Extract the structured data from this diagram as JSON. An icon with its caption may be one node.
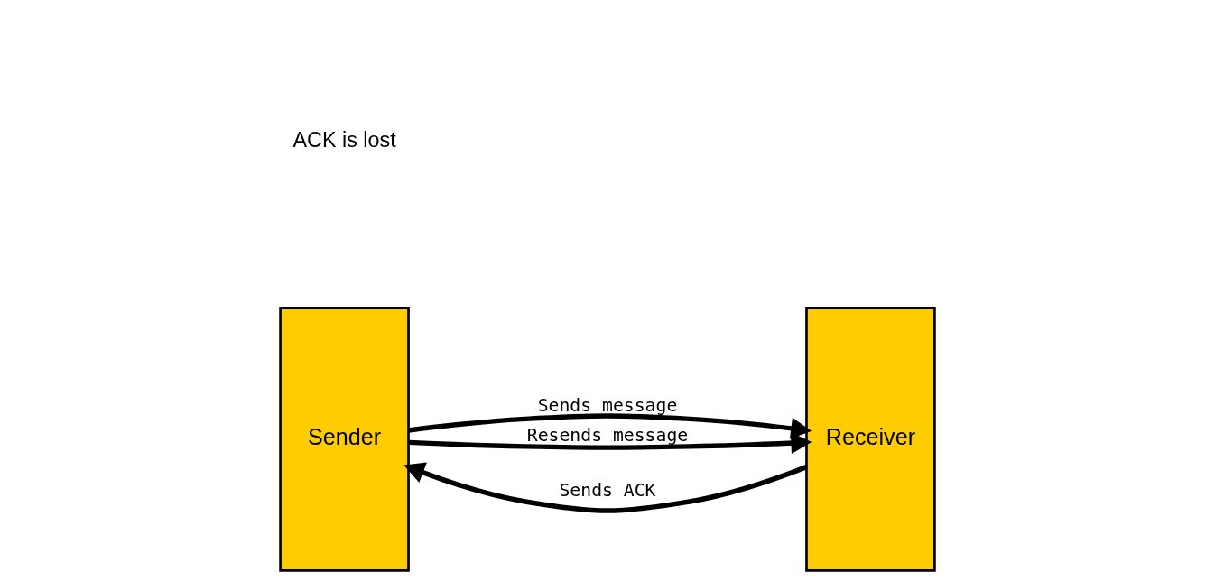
{
  "diagram": {
    "nodes": [
      {
        "text": [
          "Sender"
        ]
      },
      {
        "text": [
          "Receiver"
        ]
      }
    ],
    "edges": [
      {
        "from": 0,
        "to": 1,
        "arrow": "to",
        "label": "Sends message"
      },
      {
        "from": 1,
        "to": 0,
        "arrow": "to",
        "label": "Sends ACK"
      },
      {
        "from": 0,
        "to": 1,
        "arrow": "to",
        "label": "Resends message"
      }
    ],
    "labels": [
      "ACK is lost"
    ]
  }
}
